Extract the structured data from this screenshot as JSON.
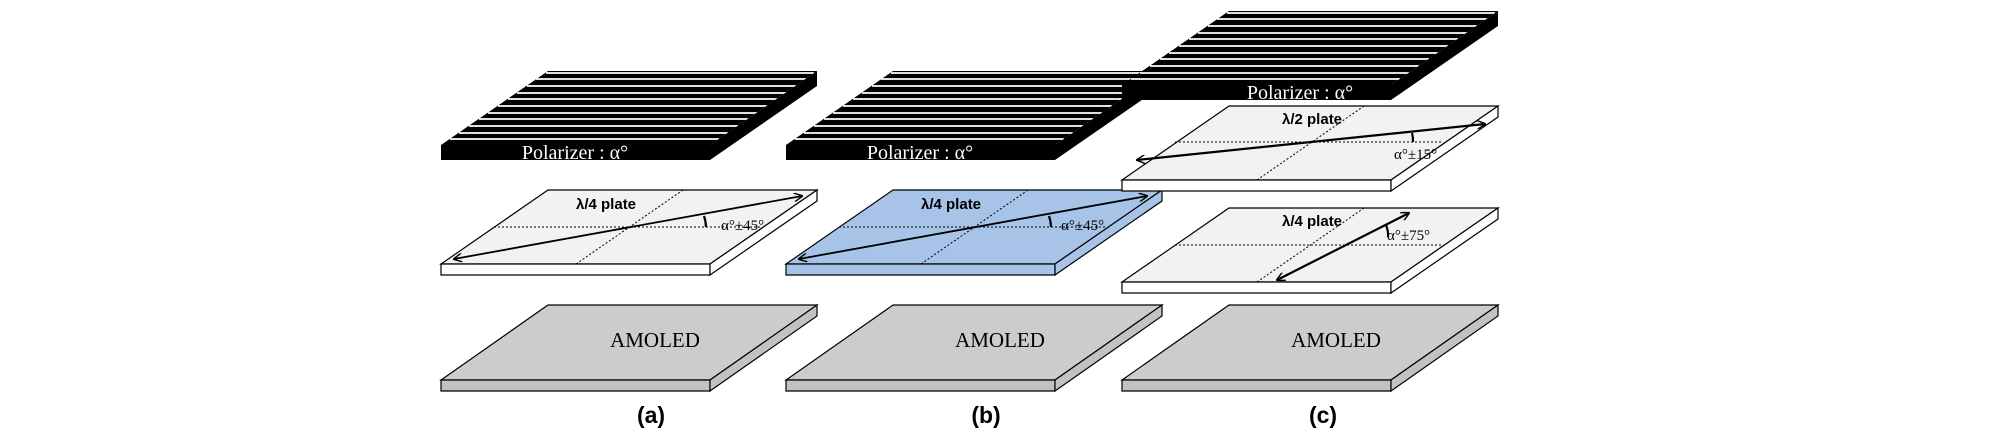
{
  "panels": [
    {
      "caption": "(a)",
      "polarizer_label": "Polarizer : α°",
      "plates": [
        {
          "label": "λ/4 plate",
          "angle_label": "α°±45°",
          "color": "#f2f2f2"
        }
      ],
      "amoled_label": "AMOLED"
    },
    {
      "caption": "(b)",
      "polarizer_label": "Polarizer : α°",
      "plates": [
        {
          "label": "λ/4 plate",
          "angle_label": "α°±45°",
          "color": "#a7c3e8"
        }
      ],
      "amoled_label": "AMOLED"
    },
    {
      "caption": "(c)",
      "polarizer_label": "Polarizer : α°",
      "plates": [
        {
          "label": "λ/2 plate",
          "angle_label": "α°±15°",
          "color": "#f2f2f2"
        },
        {
          "label": "λ/4 plate",
          "angle_label": "α°±75°",
          "color": "#f2f2f2"
        }
      ],
      "amoled_label": "AMOLED"
    }
  ],
  "colors": {
    "polarizer": "#000000",
    "amoled_top": "#cccccc",
    "amoled_side": "#c2c2c2",
    "outline": "#000000"
  }
}
